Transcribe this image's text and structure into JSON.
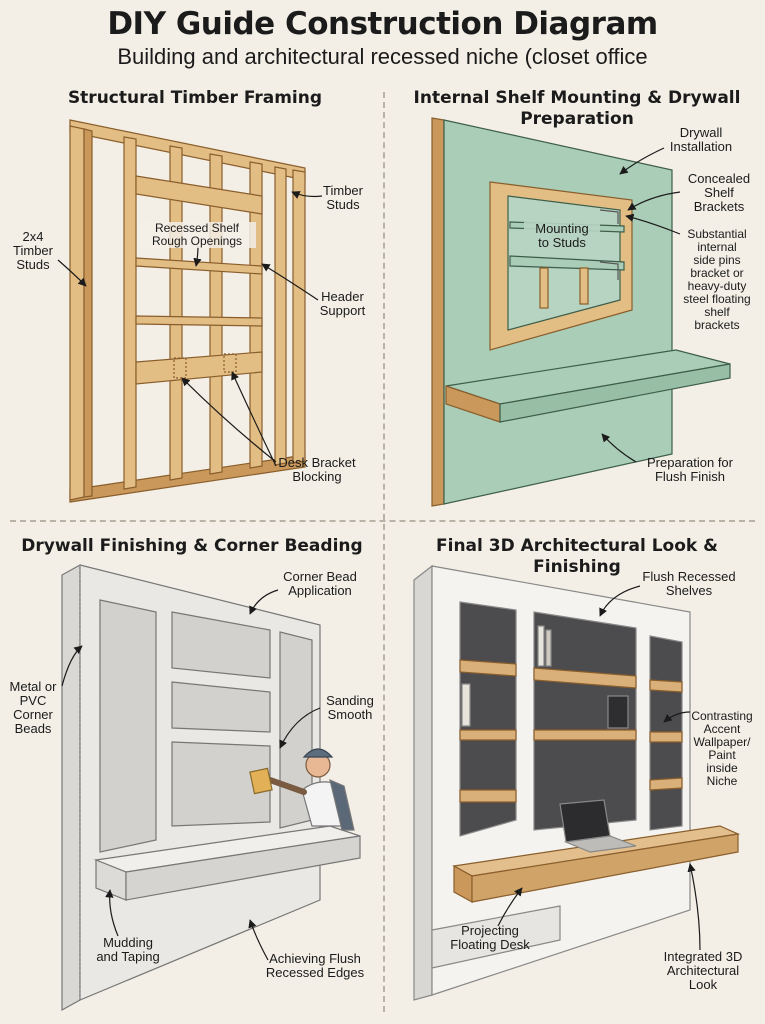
{
  "title": "DIY Guide Construction Diagram",
  "subtitle": "Building and architectural recessed niche (closet office",
  "panels": {
    "framing": {
      "title": "Structural Timber Framing",
      "labels": {
        "timber_studs_left": "2x4\nTimber\nStuds",
        "timber_studs_right": "Timber\nStuds",
        "rough_openings": "Recessed Shelf\nRough Openings",
        "header_support": "Header\nSupport",
        "desk_blocking": "Desk Bracket\nBlocking"
      }
    },
    "mounting": {
      "title": "Internal Shelf Mounting & Drywall\nPreparation",
      "labels": {
        "drywall_installation": "Drywall\nInstallation",
        "concealed_brackets": "Concealed\nShelf\nBrackets",
        "mounting_to_studs": "Mounting\nto Studs",
        "side_pins": "Substantial\ninternal\nside pins\nbracket or\nheavy-duty\nsteel floating\nshelf\nbrackets",
        "flush_finish": "Preparation for\nFlush Finish"
      }
    },
    "finishing": {
      "title": "Drywall Finishing & Corner Beading",
      "labels": {
        "corner_bead_application": "Corner Bead\nApplication",
        "corner_beads": "Metal or\nPVC\nCorner\nBeads",
        "sanding_smooth": "Sanding\nSmooth",
        "mudding_taping": "Mudding\nand Taping",
        "flush_edges": "Achieving Flush\nRecessed Edges"
      }
    },
    "final": {
      "title": "Final 3D Architectural Look & Finishing",
      "labels": {
        "flush_shelves": "Flush Recessed\nShelves",
        "accent_paint": "Contrasting\nAccent\nWallpaper/\nPaint\ninside\nNiche",
        "floating_desk": "Projecting\nFloating Desk",
        "integrated_look": "Integrated 3D\nArchitectural\nLook"
      }
    }
  },
  "colors": {
    "background": "#f3efe6",
    "timber": "#e2bd84",
    "timber_dark": "#c9985a",
    "drywall_green": "#a9cdb6",
    "drywall_white": "#e9e8e4",
    "niche_dark": "#4c4c4e",
    "shelf_wood": "#d9b07a"
  }
}
